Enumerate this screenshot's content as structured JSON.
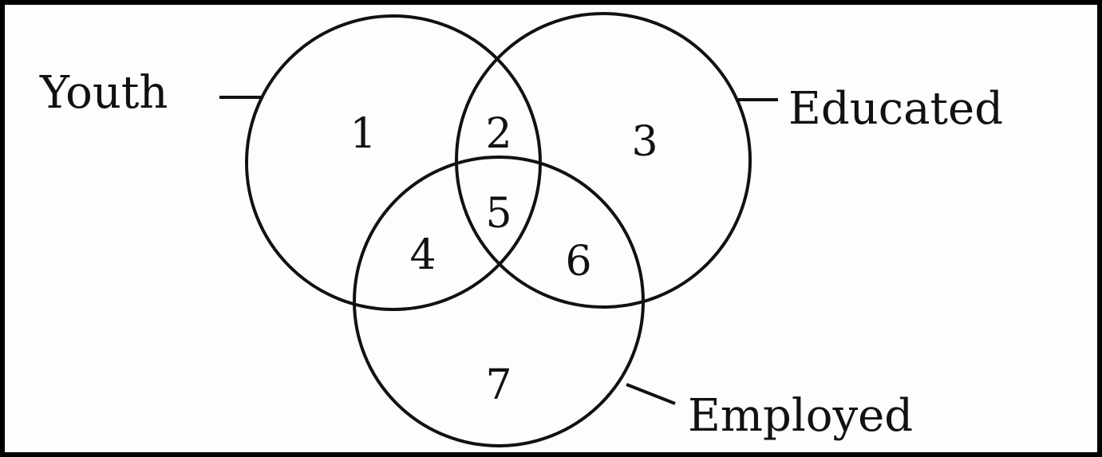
{
  "sets": [
    {
      "name": "Youth"
    },
    {
      "name": "Educated"
    },
    {
      "name": "Employed"
    }
  ],
  "regions": [
    {
      "label": "1",
      "sets": [
        "Youth"
      ]
    },
    {
      "label": "2",
      "sets": [
        "Youth",
        "Educated"
      ]
    },
    {
      "label": "3",
      "sets": [
        "Educated"
      ]
    },
    {
      "label": "4",
      "sets": [
        "Youth",
        "Employed"
      ]
    },
    {
      "label": "5",
      "sets": [
        "Youth",
        "Educated",
        "Employed"
      ]
    },
    {
      "label": "6",
      "sets": [
        "Educated",
        "Employed"
      ]
    },
    {
      "label": "7",
      "sets": [
        "Employed"
      ]
    }
  ]
}
